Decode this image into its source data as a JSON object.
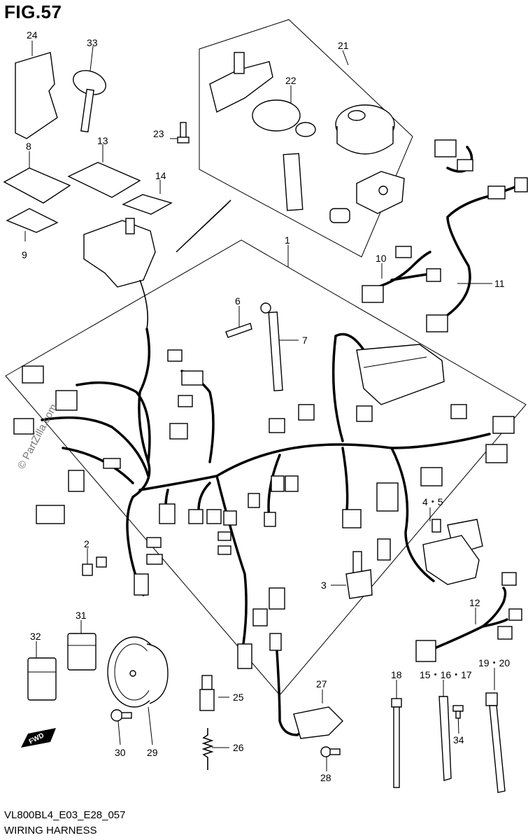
{
  "figure": {
    "title": "FIG.57",
    "model_code": "VL800BL4_E03_E28_057",
    "name": "WIRING HARNESS",
    "watermark": "© PartZilla.com",
    "fwd_marker": "FWD"
  },
  "callouts": [
    {
      "id": "c24",
      "text": "24"
    },
    {
      "id": "c33",
      "text": "33"
    },
    {
      "id": "c21",
      "text": "21"
    },
    {
      "id": "c22",
      "text": "22"
    },
    {
      "id": "c23",
      "text": "23"
    },
    {
      "id": "c8",
      "text": "8"
    },
    {
      "id": "c13",
      "text": "13"
    },
    {
      "id": "c14",
      "text": "14"
    },
    {
      "id": "c9",
      "text": "9"
    },
    {
      "id": "c1",
      "text": "1"
    },
    {
      "id": "c10",
      "text": "10"
    },
    {
      "id": "c11",
      "text": "11"
    },
    {
      "id": "c6",
      "text": "6"
    },
    {
      "id": "c7",
      "text": "7"
    },
    {
      "id": "c4-5",
      "text": "4・5"
    },
    {
      "id": "c2",
      "text": "2"
    },
    {
      "id": "c3",
      "text": "3"
    },
    {
      "id": "c12",
      "text": "12"
    },
    {
      "id": "c31",
      "text": "31"
    },
    {
      "id": "c32",
      "text": "32"
    },
    {
      "id": "c27",
      "text": "27"
    },
    {
      "id": "c18",
      "text": "18"
    },
    {
      "id": "c15-16-17",
      "text": "15・16・17"
    },
    {
      "id": "c19-20",
      "text": "19・20"
    },
    {
      "id": "c25",
      "text": "25"
    },
    {
      "id": "c26",
      "text": "26"
    },
    {
      "id": "c29",
      "text": "29"
    },
    {
      "id": "c30",
      "text": "30"
    },
    {
      "id": "c34",
      "text": "34"
    },
    {
      "id": "c28",
      "text": "28"
    }
  ]
}
